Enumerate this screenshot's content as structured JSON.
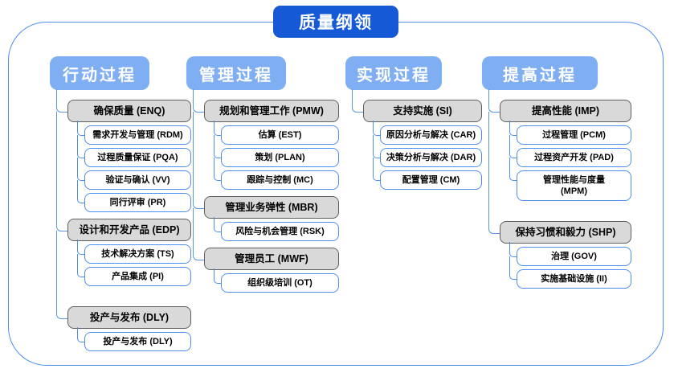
{
  "title": "质量纲领",
  "colors": {
    "title_bg": "#1659d6",
    "header_bg": "#7faef2",
    "group_fill": "#d9d9d9",
    "group_border": "#5f5f5f",
    "leaf_border": "#4d8df0",
    "connector_line": "#5d96e0",
    "frame_border": "#4d8df0"
  },
  "columns": [
    {
      "header": "行动过程",
      "groups": [
        {
          "label": "确保质量 (ENQ)",
          "children": [
            "需求开发与管理 (RDM)",
            "过程质量保证 (PQA)",
            "验证与确认 (VV)",
            "同行评审 (PR)"
          ]
        },
        {
          "label": "设计和开发产品 (EDP)",
          "children": [
            "技术解决方案 (TS)",
            "产品集成 (PI)"
          ]
        },
        {
          "label": "投产与发布 (DLY)",
          "gap_before": true,
          "children": [
            "投产与发布 (DLY)"
          ]
        }
      ]
    },
    {
      "header": "管理过程",
      "groups": [
        {
          "label": "规划和管理工作 (PMW)",
          "children": [
            "估算 (EST)",
            "策划 (PLAN)",
            "跟踪与控制 (MC)"
          ]
        },
        {
          "label": "管理业务弹性 (MBR)",
          "children": [
            "风险与机会管理 (RSK)"
          ]
        },
        {
          "label": "管理员工 (MWF)",
          "children": [
            "组织级培训 (OT)"
          ]
        }
      ]
    },
    {
      "header": "实现过程",
      "groups": [
        {
          "label": "支持实施 (SI)",
          "children": [
            "原因分析与解决 (CAR)",
            "决策分析与解决 (DAR)",
            "配置管理 (CM)"
          ]
        }
      ]
    },
    {
      "header": "提高过程",
      "groups": [
        {
          "label": "提高性能 (IMP)",
          "children": [
            "过程管理 (PCM)",
            "过程资产开发 (PAD)",
            "管理性能与度量\n(MPM)"
          ]
        },
        {
          "label": "保持习惯和毅力 (SHP)",
          "gap_before": true,
          "children": [
            "治理 (GOV)",
            "实施基础设施 (II)"
          ]
        }
      ]
    }
  ]
}
